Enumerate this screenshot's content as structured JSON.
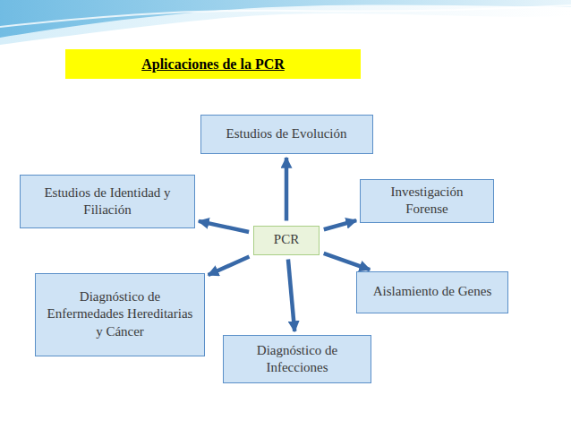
{
  "diagram": {
    "title": "Aplicaciones de la PCR",
    "nodes": [
      {
        "text": [
          "Estudios de Evolución"
        ]
      },
      {
        "text": [
          "Estudios de Identidad y Filiación"
        ]
      },
      {
        "text": [
          "Investigación Forense"
        ]
      },
      {
        "text": [
          "PCR"
        ]
      },
      {
        "text": [
          "Aislamiento de Genes"
        ]
      },
      {
        "text": [
          "Diagnóstico de Enfermedades Hereditarias y Cáncer"
        ]
      },
      {
        "text": [
          "Diagnóstico de Infecciones"
        ]
      }
    ],
    "edges": [
      {
        "from": 3,
        "to": 0,
        "arrow": "to"
      },
      {
        "from": 3,
        "to": 1,
        "arrow": "to"
      },
      {
        "from": 3,
        "to": 2,
        "arrow": "to"
      },
      {
        "from": 3,
        "to": 4,
        "arrow": "to"
      },
      {
        "from": 3,
        "to": 5,
        "arrow": "to"
      },
      {
        "from": 3,
        "to": 6,
        "arrow": "to"
      }
    ]
  }
}
